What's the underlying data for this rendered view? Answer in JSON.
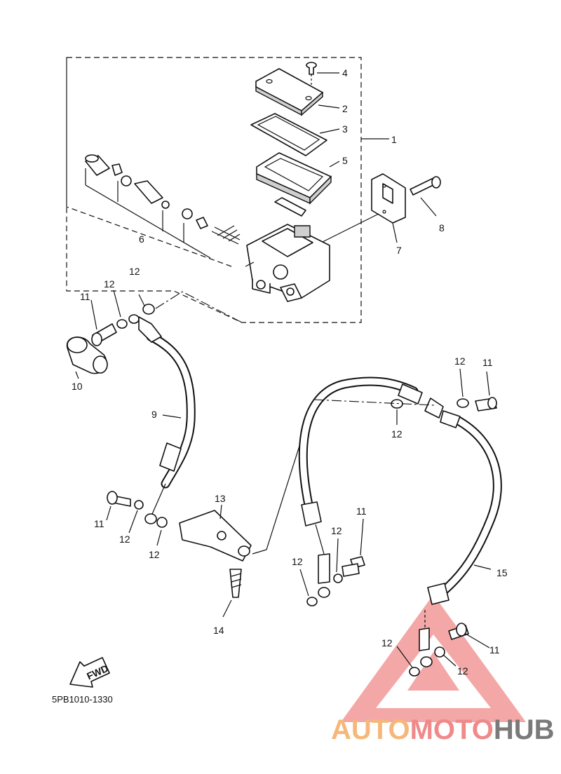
{
  "callouts": {
    "c1": "1",
    "c2": "2",
    "c3": "3",
    "c4": "4",
    "c5": "5",
    "c6": "6",
    "c7": "7",
    "c8": "8",
    "c9": "9",
    "c10": "10",
    "c11a": "11",
    "c11b": "11",
    "c11c": "11",
    "c11d": "11",
    "c11e": "11",
    "c12a": "12",
    "c12b": "12",
    "c12c": "12",
    "c12d": "12",
    "c12e": "12",
    "c12f": "12",
    "c12g": "12",
    "c12h": "12",
    "c12i": "12",
    "c12j": "12",
    "c13": "13",
    "c14": "14",
    "c15": "15"
  },
  "fwd_label": "FWD",
  "part_code": "5PB1010-1330",
  "watermark": {
    "auto": "AUTO",
    "moto": "MOTO",
    "hub": "HUB",
    "color_auto": "#f5b87a",
    "color_moto": "#f08a8a",
    "color_hub": "#7a7a7a",
    "triangle_color": "#f08a8a"
  }
}
